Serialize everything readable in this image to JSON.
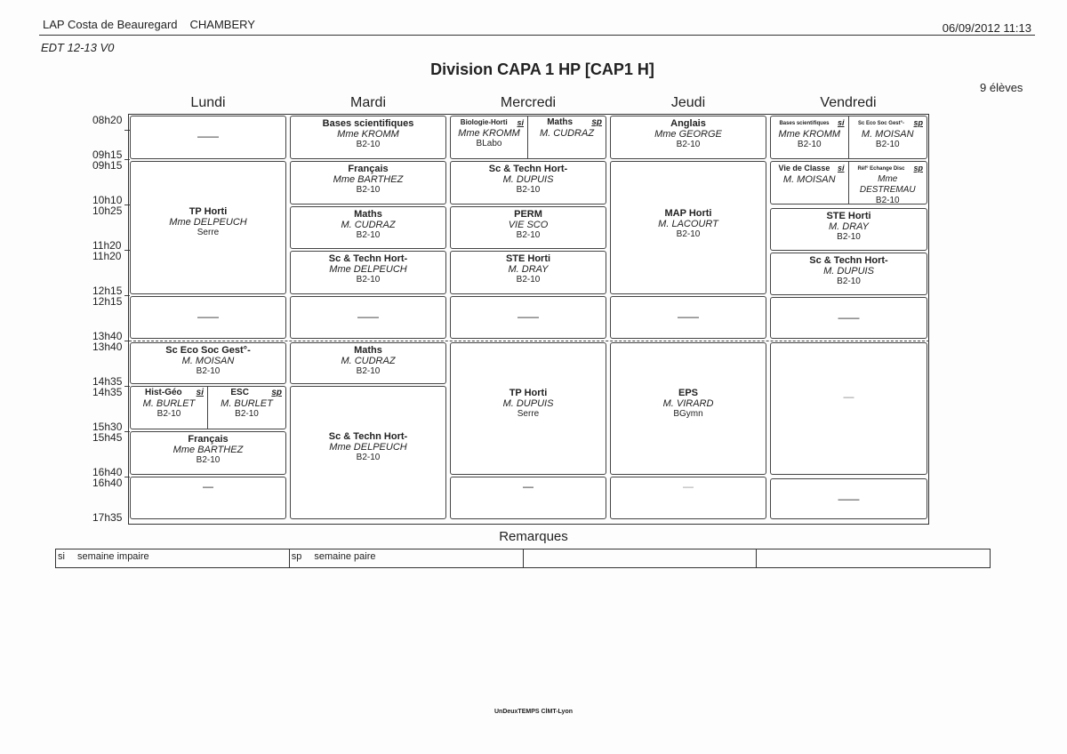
{
  "header": {
    "school": "LAP Costa de Beauregard",
    "city": "CHAMBERY",
    "datetime": "06/09/2012  11:13",
    "version": "EDT 12-13 V0"
  },
  "title": "Division CAPA 1 HP [CAP1 H]",
  "students": "9 élèves",
  "days": [
    "Lundi",
    "Mardi",
    "Mercredi",
    "Jeudi",
    "Vendredi"
  ],
  "times": [
    "08h20",
    "09h15",
    "09h15",
    "10h10",
    "10h25",
    "11h20",
    "11h20",
    "12h15",
    "12h15",
    "13h40",
    "13h40",
    "14h35",
    "14h35",
    "15h30",
    "15h45",
    "16h40",
    "16h40",
    "17h35"
  ],
  "slots": {
    "mon": [
      {
        "dash": "——"
      },
      {
        "subject": "TP Horti",
        "teacher": "Mme DELPEUCH",
        "room": "Serre"
      },
      {
        "dash": "——"
      },
      {
        "subject": "Sc Eco Soc Gest°-",
        "teacher": "M. MOISAN",
        "room": "B2-10"
      },
      {
        "left": {
          "subject": "Hist-Géo",
          "week": "si",
          "teacher": "M. BURLET",
          "room": "B2-10"
        },
        "right": {
          "subject": "ESC",
          "week": "sp",
          "teacher": "M. BURLET",
          "room": "B2-10"
        }
      },
      {
        "subject": "Français",
        "teacher": "Mme BARTHEZ",
        "room": "B2-10"
      },
      {
        "dash": "—"
      }
    ],
    "tue": [
      {
        "subject": "Bases scientifiques",
        "teacher": "Mme KROMM",
        "room": "B2-10"
      },
      {
        "subject": "Français",
        "teacher": "Mme BARTHEZ",
        "room": "B2-10"
      },
      {
        "subject": "Maths",
        "teacher": "M. CUDRAZ",
        "room": "B2-10"
      },
      {
        "subject": "Sc & Techn Hort-",
        "teacher": "Mme DELPEUCH",
        "room": "B2-10"
      },
      {
        "dash": "——"
      },
      {
        "subject": "Maths",
        "teacher": "M. CUDRAZ",
        "room": "B2-10"
      },
      {
        "subject": "Sc & Techn Hort-",
        "teacher": "Mme DELPEUCH",
        "room": "B2-10"
      }
    ],
    "wed": [
      {
        "left": {
          "subject": "Biologie-Horti",
          "week": "si",
          "teacher": "Mme KROMM",
          "room": "BLabo"
        },
        "right": {
          "subject": "Maths",
          "week": "sp",
          "teacher": "M. CUDRAZ",
          "room": ""
        }
      },
      {
        "subject": "Sc & Techn Hort-",
        "teacher": "M. DUPUIS",
        "room": "B2-10"
      },
      {
        "subject": "PERM",
        "teacher": "VIE SCO",
        "room": "B2-10"
      },
      {
        "subject": "STE Horti",
        "teacher": "M. DRAY",
        "room": "B2-10"
      },
      {
        "dash": "——"
      },
      {
        "subject": "TP Horti",
        "teacher": "M. DUPUIS",
        "room": "Serre"
      },
      {
        "dash": "—"
      }
    ],
    "thu": [
      {
        "subject": "Anglais",
        "teacher": "Mme GEORGE",
        "room": "B2-10"
      },
      {
        "subject": "MAP Horti",
        "teacher": "M. LACOURT",
        "room": "B2-10"
      },
      {
        "dash": "——"
      },
      {
        "subject": "EPS",
        "teacher": "M. VIRARD",
        "room": "BGymn"
      },
      {
        "dash": "—"
      }
    ],
    "fri": [
      {
        "left": {
          "subject": "Bases scientifiques",
          "week": "si",
          "teacher": "Mme KROMM",
          "room": "B2-10"
        },
        "right": {
          "subject": "Sc Eco Soc Gest°-",
          "week": "sp",
          "teacher": "M. MOISAN",
          "room": "B2-10"
        }
      },
      {
        "left": {
          "subject": "Vie de Classe",
          "week": "si",
          "teacher": "M. MOISAN",
          "room": ""
        },
        "right": {
          "subject": "Réf° Echange Disc",
          "week": "sp",
          "teacher": "Mme DESTREMAU",
          "room": "B2-10"
        }
      },
      {
        "subject": "STE Horti",
        "teacher": "M. DRAY",
        "room": "B2-10"
      },
      {
        "subject": "Sc & Techn Hort-",
        "teacher": "M. DUPUIS",
        "room": "B2-10"
      },
      {
        "dash": "——"
      },
      {
        "dash": "—"
      },
      {
        "dash": "——"
      }
    ]
  },
  "remarks": {
    "title": "Remarques",
    "items": [
      {
        "code": "si",
        "text": "semaine impaire"
      },
      {
        "code": "sp",
        "text": "semaine paire"
      },
      {
        "code": "",
        "text": ""
      },
      {
        "code": "",
        "text": ""
      }
    ]
  },
  "footer": "UnDeuxTEMPS  ClMT-Lyon"
}
